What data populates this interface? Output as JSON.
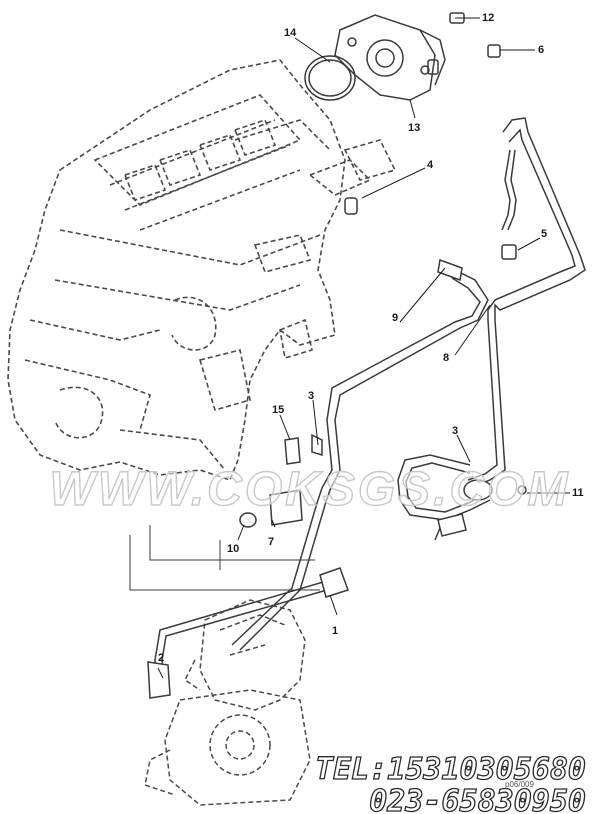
{
  "diagram": {
    "callouts": {
      "c1": "1",
      "c2": "2",
      "c3a": "3",
      "c3b": "3",
      "c4": "4",
      "c5": "5",
      "c6": "6",
      "c7": "7",
      "c8": "8",
      "c9": "9",
      "c10": "10",
      "c11": "11",
      "c12": "12",
      "c13": "13",
      "c14": "14",
      "c15": "15"
    },
    "watermark": "WWW.COKSGS.COM",
    "contact_tel": "TEL:15310305680",
    "contact_fax": "023-65830950",
    "stamp": "p06/009",
    "colors": {
      "line": "#3a3a3a",
      "engine_outline": "#4a4a4a",
      "watermark_stroke": "#c9c9c9"
    }
  }
}
